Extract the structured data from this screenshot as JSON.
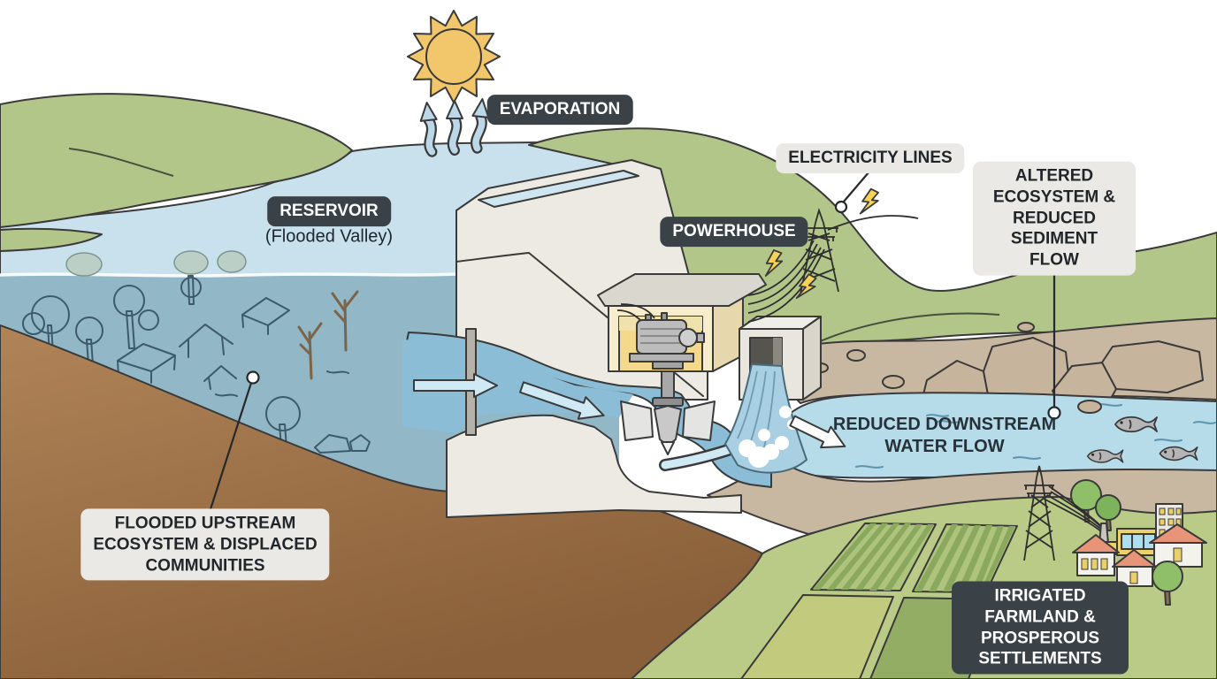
{
  "title": "Hydroelectric dam impacts diagram",
  "badges": {
    "evaporation": {
      "text": "EVAPORATION",
      "style": "dark"
    },
    "reservoir": {
      "text": "RESERVOIR",
      "style": "dark"
    },
    "reservoir_subtitle": "(Flooded Valley)",
    "electricity_lines": {
      "text": "ELECTRICITY LINES",
      "style": "light"
    },
    "powerhouse": {
      "text": "POWERHOUSE",
      "style": "dark"
    },
    "altered_ecosystem": {
      "text": "ALTERED ECOSYSTEM &\nREDUCED SEDIMENT FLOW",
      "style": "light"
    },
    "reduced_downstream": {
      "text": "REDUCED DOWNSTREAM\nWATER FLOW",
      "style": "plain"
    },
    "flooded_upstream": {
      "text": "FLOODED UPSTREAM\nECOSYSTEM & DISPLACED\nCOMMUNITIES",
      "style": "light"
    },
    "irrigated_farmland": {
      "text": "IRRIGATED FARMLAND &\nPROSPEROUS SETTLEMENTS",
      "style": "dark"
    }
  },
  "colors": {
    "sky": "#ffffff",
    "hill_green": "#b3c689",
    "reservoir_surface": "#c9e1ec",
    "reservoir_deep": "#92b8c8",
    "river": "#b6dbe9",
    "soil_top": "#b08457",
    "soil_bottom": "#8a603a",
    "dam_concrete": "#edeae3",
    "bank_tan": "#c9b8a1",
    "farm_green": "#b9cb86",
    "sun_gold": "#f2c76b",
    "lightning_yellow": "#f6d356",
    "roof_salmon": "#e89479",
    "badge_dark_bg": "#3a4147",
    "badge_light_bg": "#ebe9e6"
  }
}
